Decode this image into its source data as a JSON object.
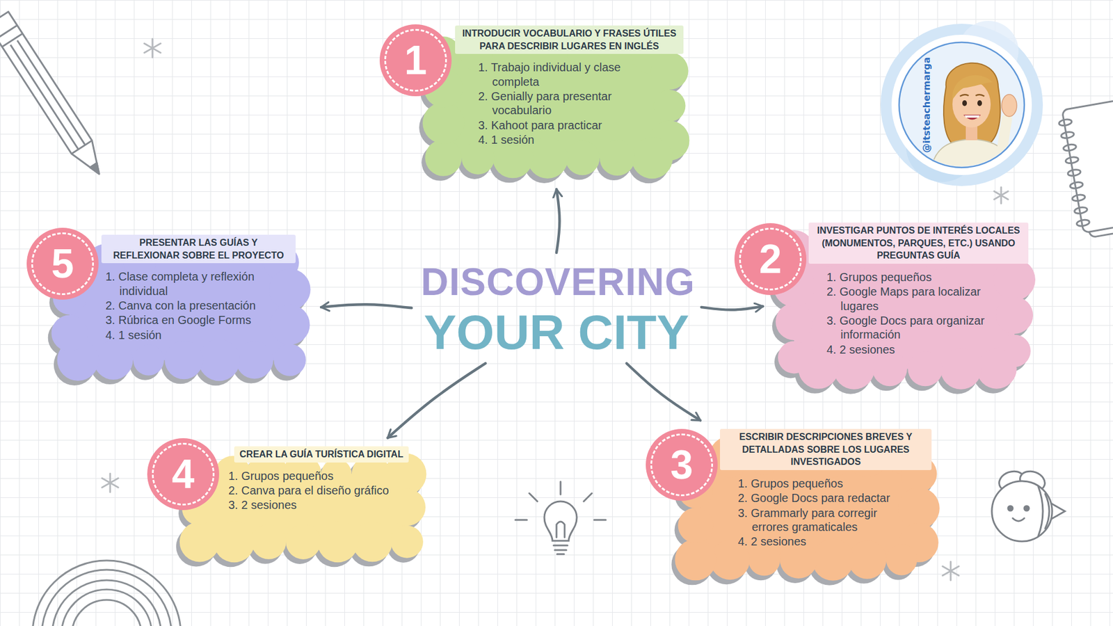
{
  "diagram": {
    "nodes": [
      {
        "text": [
          "DISCOVERING",
          "YOUR CITY"
        ]
      },
      {
        "text": [
          "1",
          "INTRODUCIR VOCABULARIO Y FRASES ÚTILES PARA DESCRIBIR LUGARES EN INGLÉS",
          "1. Trabajo individual y clase completa",
          "2. Genially para presentar vocabulario",
          "3. Kahoot para practicar",
          "4. 1 sesión"
        ]
      },
      {
        "text": [
          "2",
          "INVESTIGAR PUNTOS DE INTERÉS LOCALES (MONUMENTOS, PARQUES, ETC.) USANDO PREGUNTAS GUÍA",
          "1. Grupos pequeños",
          "2. Google Maps para localizar lugares",
          "3. Google Docs para organizar información",
          "4. 2 sesiones"
        ]
      },
      {
        "text": [
          "3",
          "ESCRIBIR DESCRIPCIONES BREVES Y DETALLADAS SOBRE LOS LUGARES INVESTIGADOS",
          "1. Grupos pequeños",
          "2. Google Docs para redactar",
          "3. Grammarly para corregir errores gramaticales",
          "4. 2 sesiones"
        ]
      },
      {
        "text": [
          "4",
          "CREAR LA GUÍA TURÍSTICA DIGITAL",
          "1. Grupos pequeños",
          "2. Canva para el diseño gráfico",
          "3. 2 sesiones"
        ]
      },
      {
        "text": [
          "5",
          "PRESENTAR LAS GUÍAS Y REFLEXIONAR SOBRE EL PROYECTO",
          "1. Clase completa y reflexión individual",
          "2. Canva con la presentación",
          "3. Rúbrica en Google Forms",
          "4. 1 sesión"
        ]
      }
    ],
    "edges": [
      {
        "from": 0,
        "to": 1,
        "arrow": "to"
      },
      {
        "from": 0,
        "to": 2,
        "arrow": "to"
      },
      {
        "from": 0,
        "to": 3,
        "arrow": "to"
      },
      {
        "from": 0,
        "to": 4,
        "arrow": "to"
      },
      {
        "from": 0,
        "to": 5,
        "arrow": "to"
      }
    ],
    "labels": [
      "@itsteachermarga"
    ]
  }
}
